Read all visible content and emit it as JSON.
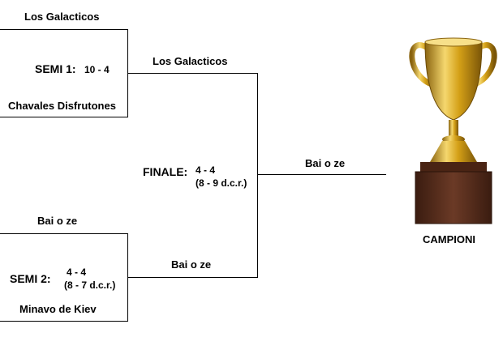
{
  "semi1": {
    "team_top": "Los Galacticos",
    "team_bottom": "Chavales Disfrutones",
    "label": "SEMI 1:",
    "score": "10 - 4"
  },
  "semi2": {
    "team_top": "Bai o ze",
    "team_bottom": "Minavo de Kiev",
    "label": "SEMI 2:",
    "score": "4 - 4",
    "penalties": "(8 - 7 d.c.r.)"
  },
  "final": {
    "team_top": "Los Galacticos",
    "team_bottom": "Bai o ze",
    "label": "FINALE:",
    "score": "4 - 4",
    "penalties": "(8 - 9 d.c.r.)"
  },
  "champion": {
    "name": "Bai o ze",
    "caption": "CAMPIONI"
  },
  "trophy": {
    "icon": "trophy-icon",
    "cup_color": "#d4a017",
    "base_color": "#5a2e1e"
  }
}
